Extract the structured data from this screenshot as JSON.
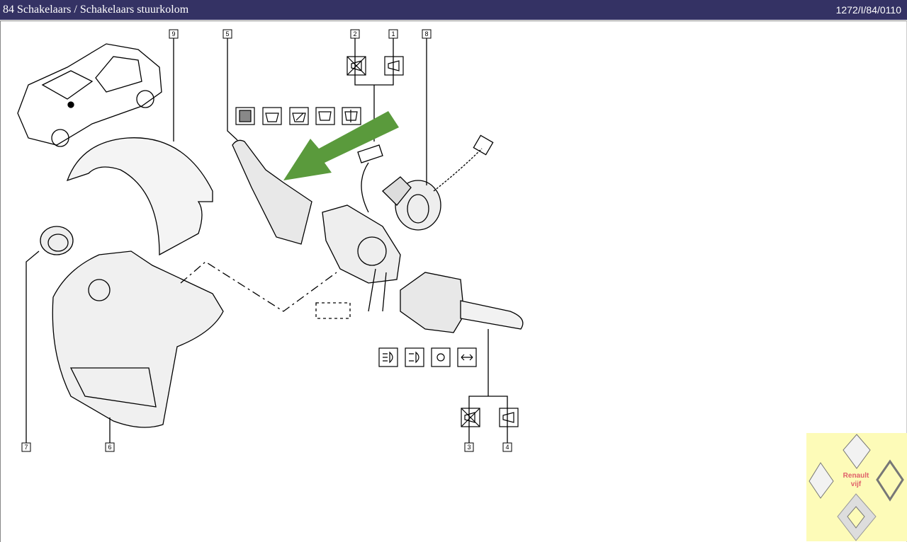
{
  "header": {
    "title": "84 Schakelaars / Schakelaars stuurkolom",
    "code": "1272/I/84/0110"
  },
  "callouts": {
    "c1": "1",
    "c2": "2",
    "c3": "3",
    "c4": "4",
    "c5": "5",
    "c6": "6",
    "c7": "7",
    "c8": "8",
    "c9": "9"
  },
  "logo": {
    "line1": "Renault",
    "line2": "vijf",
    "badge": "RENAULT"
  },
  "colors": {
    "header": "#343264",
    "arrow": "#5a9a3c",
    "logo_bg": "#fdfbb8"
  }
}
